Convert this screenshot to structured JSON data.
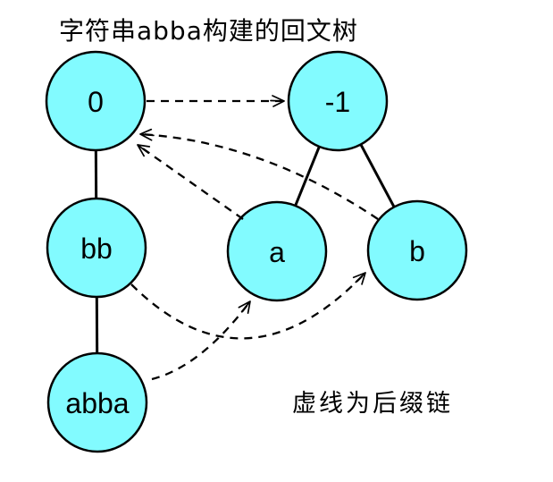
{
  "title": "字符串abba构建的回文树",
  "caption": "虚线为后缀链",
  "colors": {
    "background": "#ffffff",
    "node_fill": "#82fbff",
    "node_stroke": "#000000",
    "edge": "#000000"
  },
  "nodes": {
    "root_even": {
      "label": "0"
    },
    "root_odd": {
      "label": "-1"
    },
    "bb": {
      "label": "bb"
    },
    "a": {
      "label": "a"
    },
    "b": {
      "label": "b"
    },
    "abba": {
      "label": "abba"
    }
  },
  "edges": {
    "tree": [
      {
        "from": "0",
        "to": "bb"
      },
      {
        "from": "bb",
        "to": "abba"
      },
      {
        "from": "-1",
        "to": "a"
      },
      {
        "from": "-1",
        "to": "b"
      }
    ],
    "suffix_links": [
      {
        "from": "0",
        "to": "-1"
      },
      {
        "from": "a",
        "to": "0"
      },
      {
        "from": "b",
        "to": "0"
      },
      {
        "from": "bb",
        "to": "b"
      },
      {
        "from": "abba",
        "to": "a"
      }
    ]
  }
}
